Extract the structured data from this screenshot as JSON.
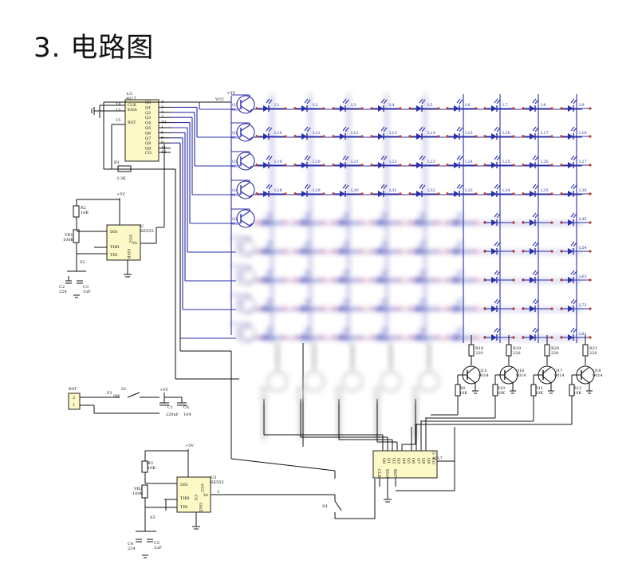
{
  "heading": "3. 电路图",
  "colors": {
    "wire": "#2b2fa8",
    "component": "#111111",
    "ic_fill": "#fdf9c6",
    "node": "#c0392b",
    "led": "#2b2fa8"
  },
  "ic1": {
    "title1": "1/2",
    "title2": "4017",
    "pins": [
      "CLK",
      "ENA",
      "RST"
    ],
    "outs": [
      "Q0",
      "Q1",
      "Q2",
      "Q3",
      "Q4",
      "Q5",
      "Q6",
      "Q7",
      "Q8",
      "Q9",
      "CO"
    ],
    "pinnums": [
      "14",
      "13",
      "15"
    ],
    "outnums": [
      "3",
      "2",
      "4",
      "7",
      "10",
      "1",
      "5",
      "6",
      "9",
      "11",
      "12"
    ]
  },
  "ic2": {
    "title": "U",
    "name": "4017"
  },
  "timer1": {
    "ref": "U",
    "name": "SE555",
    "pins": [
      "DIS",
      "THR",
      "TRI",
      "VCC",
      "Vo",
      "GND"
    ]
  },
  "timer2": {
    "ref": "U3",
    "name": "SE555",
    "pins": [
      "DIS",
      "THR",
      "TRI",
      "CV",
      "VCC",
      "Vo",
      "GND"
    ]
  },
  "vcc_label": "VCC",
  "plus5v": "+5V",
  "r1": {
    "ref": "R1",
    "val": "3.3K"
  },
  "r2": {
    "ref": "R2",
    "val": "10K"
  },
  "vr1": {
    "ref": "VR1",
    "val": "100K"
  },
  "s2": "S2",
  "c2": {
    "ref": "C2",
    "val": "224"
  },
  "c3": {
    "ref": "C3",
    "val": "1uF"
  },
  "bat": "BAT",
  "s1": "S1",
  "f1": "F1",
  "sw": "SW",
  "c1": {
    "ref": "C1",
    "val": "220uF"
  },
  "c6": {
    "ref": "C6",
    "val": "104"
  },
  "r3": {
    "ref": "R3",
    "val": "10K"
  },
  "vr2": {
    "ref": "VR2",
    "val": "100K"
  },
  "s3": "S3",
  "c4": {
    "ref": "C4",
    "val": "224"
  },
  "c5": {
    "ref": "C5",
    "val": "1uF"
  },
  "s4": "S4",
  "transistor_model": "9014",
  "led_row0": [
    "L1",
    "L2",
    "L3",
    "L4",
    "L5",
    "L6",
    "L7",
    "L8",
    "L9"
  ],
  "led_row1": [
    "L10",
    "L11",
    "L12",
    "L13",
    "L14",
    "L15",
    "L16",
    "L17",
    "L18"
  ],
  "led_row2": [
    "L19",
    "L20",
    "L21",
    "L22",
    "L23",
    "L24",
    "L25",
    "L26",
    "L27"
  ],
  "led_row3": [
    "L28",
    "L29",
    "L30",
    "L31",
    "L32",
    "L33",
    "L34",
    "L35",
    "L36"
  ],
  "led_col_right": [
    "L45",
    "L54",
    "L63",
    "L72",
    "L81"
  ],
  "bottom_q": [
    {
      "ref": "Q15",
      "m": "9014"
    },
    {
      "ref": "Q16",
      "m": "9014"
    },
    {
      "ref": "Q17",
      "m": "9014"
    },
    {
      "ref": "Q18",
      "m": "9014"
    }
  ],
  "bottom_r_top": [
    {
      "ref": "R18",
      "v": "220"
    },
    {
      "ref": "R19",
      "v": "220"
    },
    {
      "ref": "R20",
      "v": "220"
    },
    {
      "ref": "R21",
      "v": "220"
    }
  ],
  "bottom_r_base": [
    {
      "ref": "R9",
      "v": "10K"
    },
    {
      "ref": "R10",
      "v": "10K"
    },
    {
      "ref": "R11",
      "v": "10K"
    },
    {
      "ref": "R12",
      "v": "10K"
    }
  ]
}
